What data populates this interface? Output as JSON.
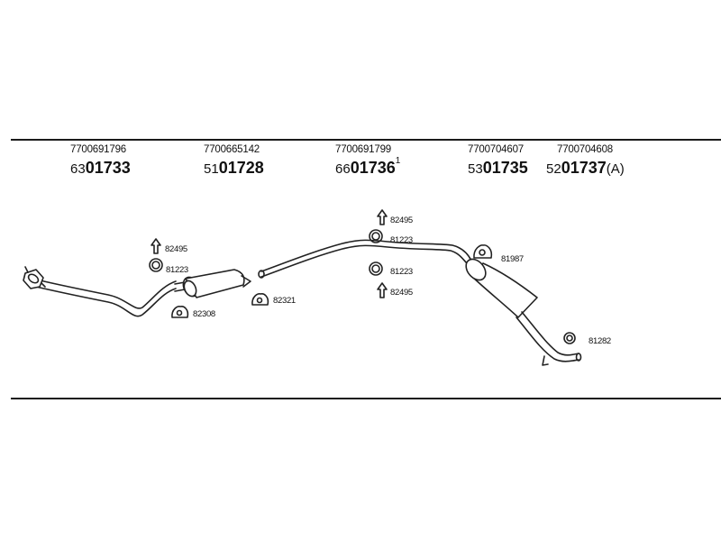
{
  "parts": [
    {
      "pn": "7700691796",
      "prefix": "63",
      "code": "01733"
    },
    {
      "pn": "7700665142",
      "prefix": "51",
      "code": "01728"
    },
    {
      "pn": "7700691799",
      "prefix": "66",
      "code": "01736",
      "sup": "1"
    },
    {
      "pn": "7700704607",
      "prefix": "53",
      "code": "01735"
    },
    {
      "pn": "7700704608",
      "prefix": "52",
      "code": "01737",
      "suffix": "(A)"
    }
  ],
  "labels": {
    "front_arrow": "82495",
    "front_ring": "81223",
    "front_clamp": "82308",
    "mid_clamp": "82321",
    "up_arrow": "82495",
    "up_ring": "81223",
    "low_ring": "81223",
    "low_arrow": "82495",
    "rear_clamp": "81987",
    "rear_mount": "81282"
  }
}
